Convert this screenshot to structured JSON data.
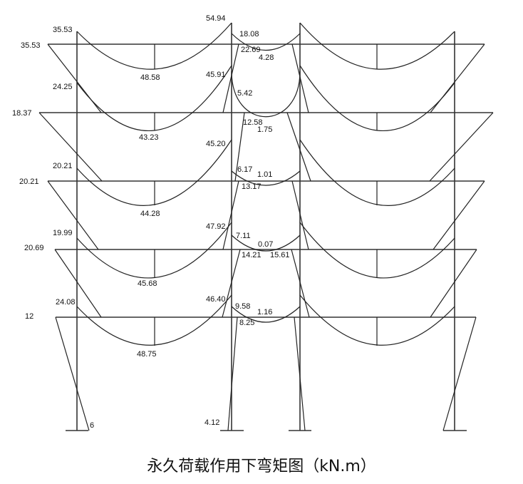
{
  "title": "永久荷载作用下弯矩图（kN.m）",
  "labels": {
    "l_35_53_a": "35.53",
    "l_35_53_b": "35.53",
    "l_54_94": "54.94",
    "l_18_08": "18.08",
    "l_22_69": "22.69",
    "l_4_28": "4.28",
    "l_48_58": "48.58",
    "l_24_25": "24.25",
    "l_45_91": "45.91",
    "l_5_42": "5.42",
    "l_18_37": "18.37",
    "l_12_58": "12.58",
    "l_1_75": "1.75",
    "l_43_23": "43.23",
    "l_45_20": "45.20",
    "l_20_21_a": "20.21",
    "l_6_17": "6.17",
    "l_1_01": "1.01",
    "l_20_21_b": "20.21",
    "l_13_17": "13.17",
    "l_44_28": "44.28",
    "l_47_92": "47.92",
    "l_19_99": "19.99",
    "l_7_11": "7.11",
    "l_0_07": "0.07",
    "l_20_69": "20.69",
    "l_14_21": "14.21",
    "l_15_61": "15.61",
    "l_45_68": "45.68",
    "l_46_40": "46.40",
    "l_24_08": "24.08",
    "l_9_58": "9.58",
    "l_1_16": "1.16",
    "l_12": "12",
    "l_8_25": "8.25",
    "l_48_75": "48.75",
    "l_6": "6",
    "l_4_12": "4.12"
  }
}
